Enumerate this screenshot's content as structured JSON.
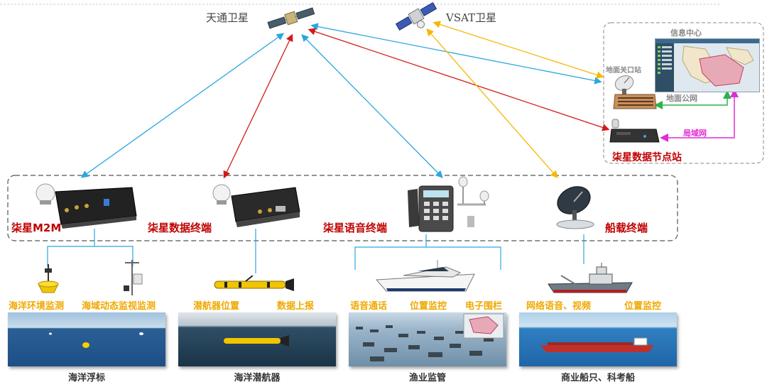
{
  "satellites": {
    "tiantong": "天通卫星",
    "vsat": "VSAT卫星"
  },
  "info_center": {
    "title": "信息中心",
    "ground_gateway": "地面关口站",
    "ground_public_net": "地面公网",
    "lan": "局域网",
    "node_station": "柒星数据节点站"
  },
  "terminals": [
    {
      "label": "柒星M2M",
      "icon": "m2m-box-icon"
    },
    {
      "label": "柒星数据终端",
      "icon": "data-terminal-icon"
    },
    {
      "label": "柒星语音终端",
      "icon": "voice-terminal-icon"
    },
    {
      "label": "船载终端",
      "icon": "ship-terminal-icon"
    }
  ],
  "applications": {
    "ocean_env": "海洋环境监测",
    "sea_dynamic": "海域动态监视监测",
    "glider_pos": "潜航器位置",
    "data_report": "数据上报",
    "voice_call": "语音通话",
    "pos_monitor_1": "位置监控",
    "e_fence": "电子围栏",
    "net_voice_video": "网络语音、视频",
    "pos_monitor_2": "位置监控"
  },
  "captions": [
    "海洋浮标",
    "海洋潜航器",
    "渔业监管",
    "商业船只、科考船"
  ],
  "colors": {
    "blue": "#2aa7df",
    "red": "#d21a1a",
    "gold": "#f5b800",
    "green": "#2bb34a",
    "magenta": "#e02bd6",
    "title_red": "#c00000",
    "label_gold": "#f0a800"
  }
}
